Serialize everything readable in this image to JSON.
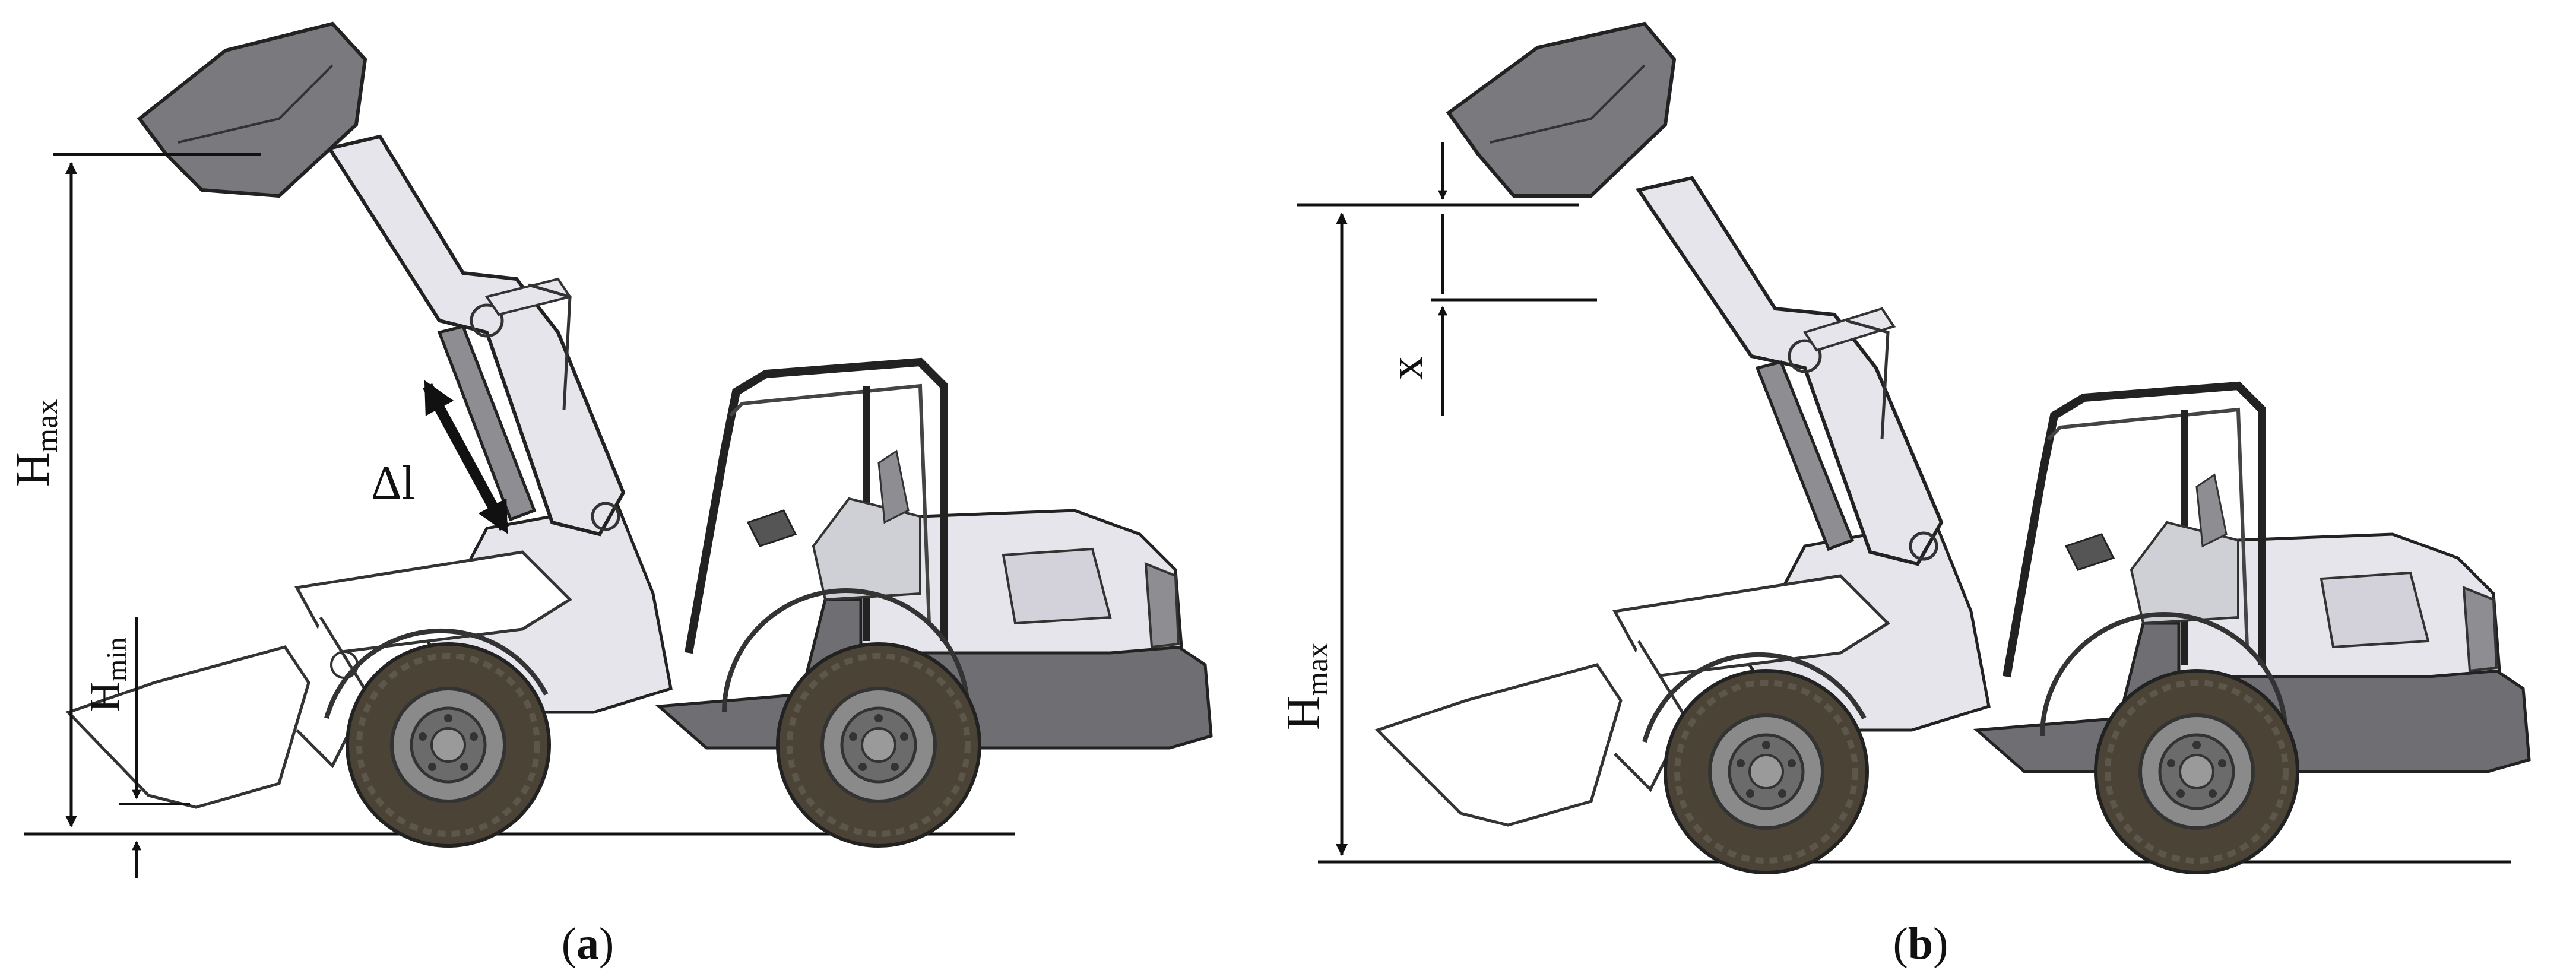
{
  "panels": [
    {
      "id": "a",
      "caption_letter": "a",
      "labels": {
        "hmax_main": "H",
        "hmax_sub": "max",
        "hmin_main": "H",
        "hmin_sub": "min",
        "delta_l": "Δl"
      }
    },
    {
      "id": "b",
      "caption_letter": "b",
      "labels": {
        "hmax_main": "H",
        "hmax_sub": "max",
        "x": "x"
      }
    }
  ],
  "colors": {
    "body": "#e6e5ec",
    "dark_panel": "#6f6f73",
    "bucket": "#7a7a7e",
    "tire": "#4a4336",
    "rim": "#8a8a8a",
    "line": "#111111"
  }
}
